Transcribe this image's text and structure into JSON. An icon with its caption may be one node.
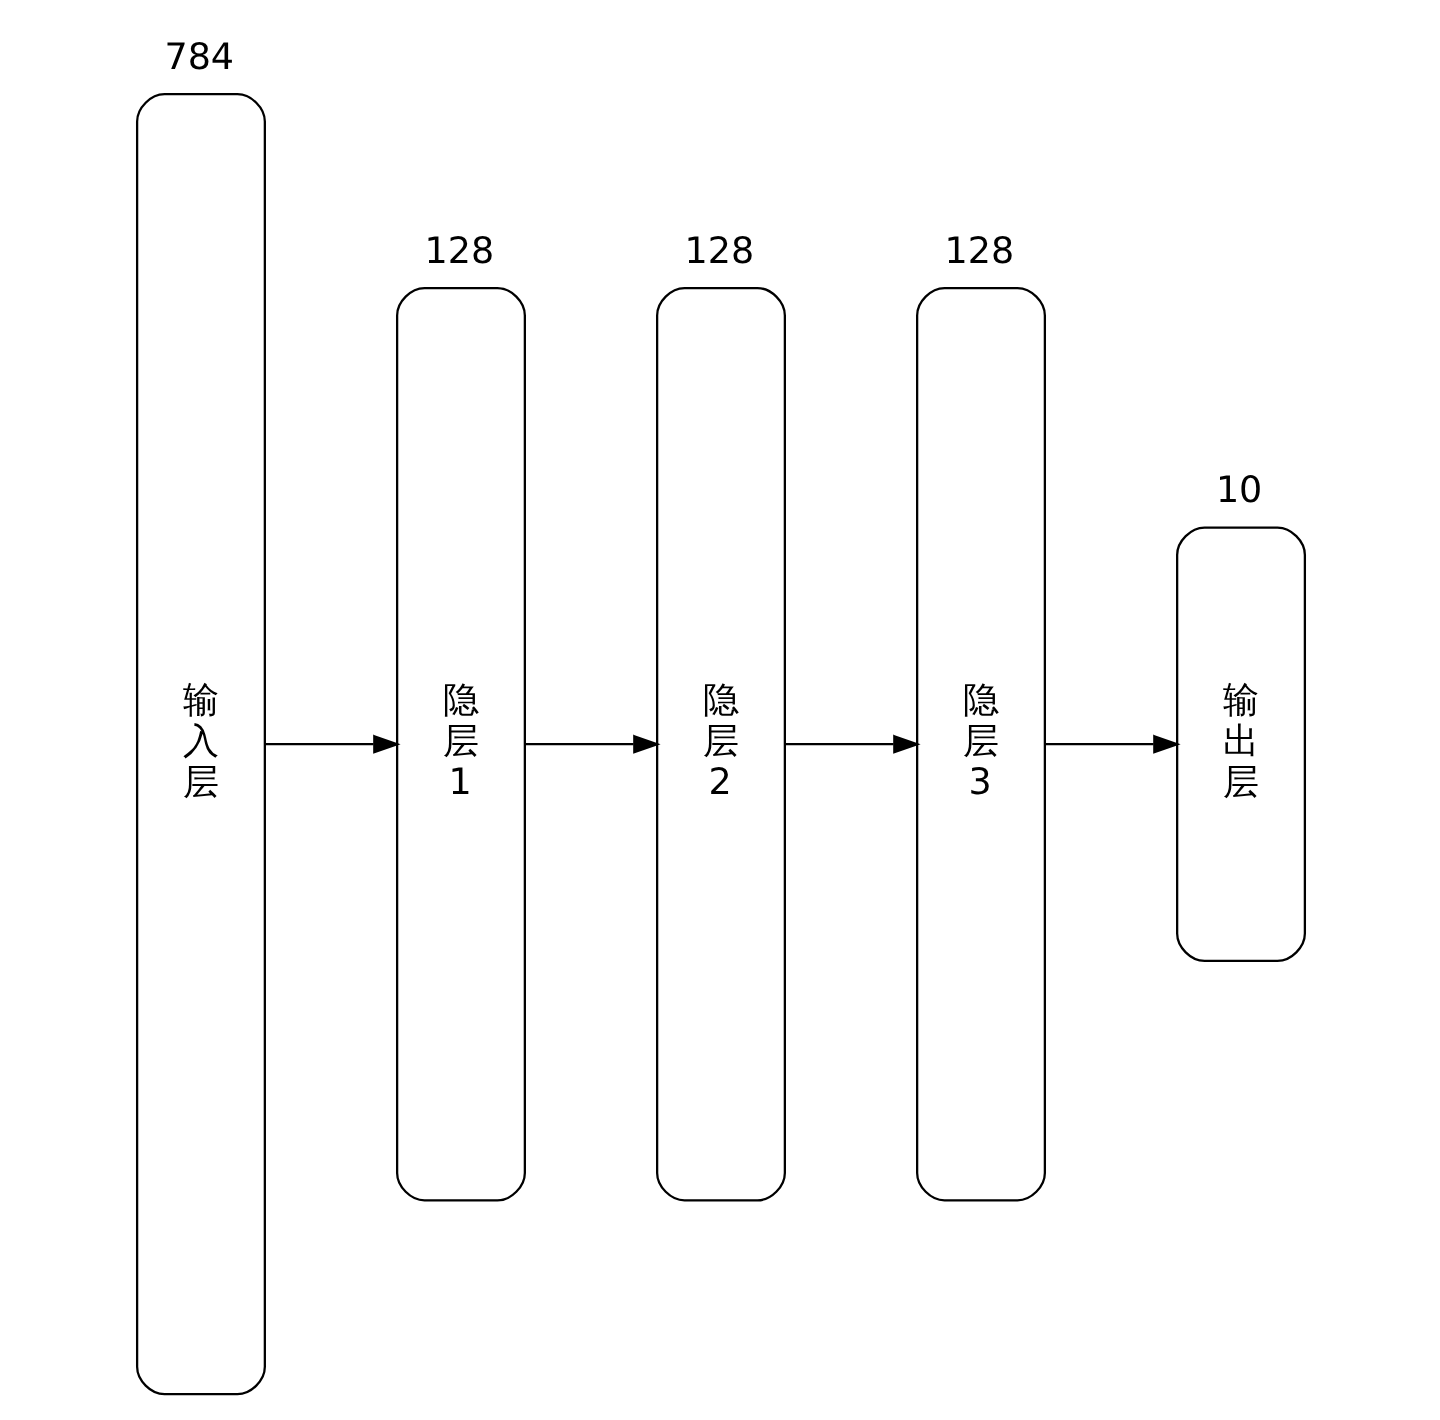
{
  "diagram": {
    "nodes": [
      {
        "text": [
          "输入层"
        ],
        "beside": [
          "784"
        ]
      },
      {
        "text": [
          "隐层1"
        ],
        "beside": [
          "128"
        ]
      },
      {
        "text": [
          "隐层2"
        ],
        "beside": [
          "128"
        ]
      },
      {
        "text": [
          "隐层3"
        ],
        "beside": [
          "128"
        ]
      },
      {
        "text": [
          "输出层"
        ],
        "beside": [
          "10"
        ]
      }
    ],
    "edges": [
      {
        "from": 0,
        "to": 1,
        "arrow": "to"
      },
      {
        "from": 1,
        "to": 2,
        "arrow": "to"
      },
      {
        "from": 2,
        "to": 3,
        "arrow": "to"
      },
      {
        "from": 3,
        "to": 4,
        "arrow": "to"
      }
    ]
  }
}
